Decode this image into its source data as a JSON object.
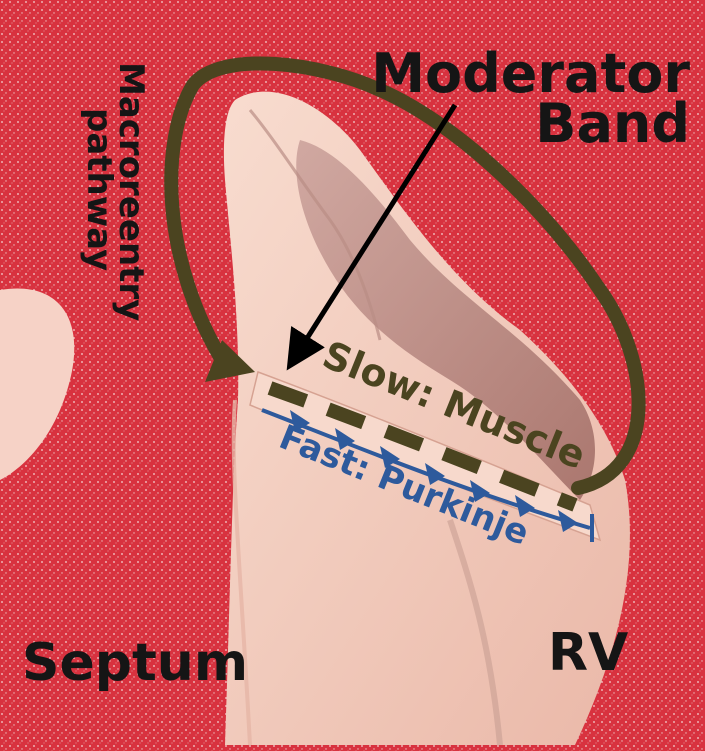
{
  "labels": {
    "moderator_line1": "Moderator",
    "moderator_line2": "Band",
    "macro_line1": "Macroreentry",
    "macro_line2": "pathway",
    "slow": "Slow: Muscle",
    "fast": "Fast: Purkinje",
    "septum": "Septum",
    "rv": "RV"
  },
  "colors": {
    "myocardium": "#d8323f",
    "endocardium": "#f4cabc",
    "cavity_dark": "#b47f76",
    "pathway": "#4b4420",
    "purkinje": "#2e5a9c",
    "arrow": "#000000",
    "text": "#151515"
  },
  "icons": {
    "macroreentry_arrow": "curved-arrow",
    "pointer": "straight-arrow",
    "slow_path": "dashed-line",
    "fast_path": "chevron-arrow-line"
  }
}
